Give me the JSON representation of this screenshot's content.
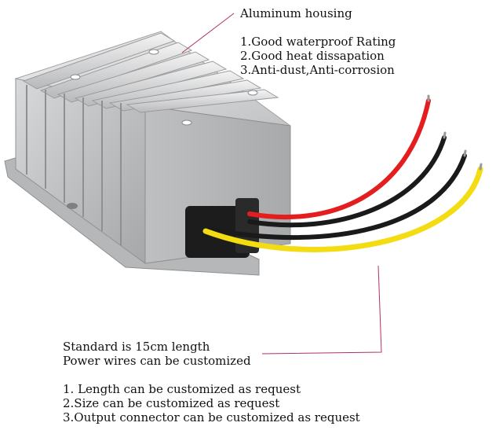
{
  "housing_callout": {
    "title": "Aluminum housing",
    "features": [
      "1.Good waterproof Rating",
      "2.Good heat dissapation",
      "3.Anti-dust,Anti-corrosion"
    ]
  },
  "wire_callout": {
    "line1": "Standard is 15cm length",
    "line2": "Power wires can be customized"
  },
  "customization_list": [
    "1. Length can be customized as request",
    "2.Size can be customized as request",
    "3.Output connector can be customized as request"
  ],
  "colors": {
    "callout_line": "#b0306a",
    "housing": "#c9cacb",
    "wire_red": "#e41e1e",
    "wire_black": "#1a1a1a",
    "wire_yellow": "#f3dd12"
  }
}
